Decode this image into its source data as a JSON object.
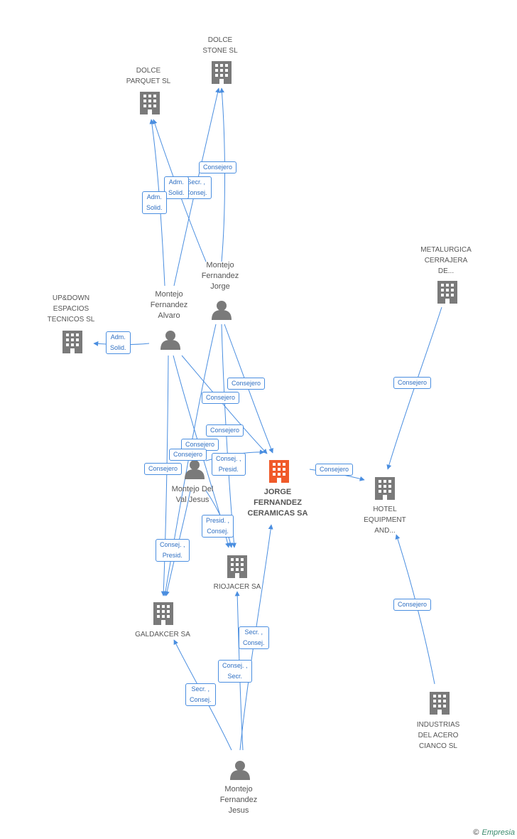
{
  "colors": {
    "edge": "#4a8ee0",
    "icon": "#7a7a7a",
    "focus": "#f05a2a",
    "label_border": "#4a8ee0"
  },
  "nodes": [
    {
      "id": "dolce_stone",
      "kind": "company",
      "label": "DOLCE\nSTONE SL"
    },
    {
      "id": "dolce_parquet",
      "kind": "company",
      "label": "DOLCE\nPARQUET SL"
    },
    {
      "id": "metalurgica",
      "kind": "company",
      "label": "METALURGICA\nCERRAJERA\nDE..."
    },
    {
      "id": "updown",
      "kind": "company",
      "label": "UP&DOWN\nESPACIOS\nTECNICOS SL"
    },
    {
      "id": "jorge_p",
      "kind": "person",
      "label": "Montejo\nFernandez\nJorge"
    },
    {
      "id": "alvaro",
      "kind": "person",
      "label": "Montejo\nFernandez\nAlvaro"
    },
    {
      "id": "jorge_fc",
      "kind": "focus",
      "label": "JORGE\nFERNANDEZ\nCERAMICAS SA"
    },
    {
      "id": "hotel",
      "kind": "company",
      "label": "HOTEL\nEQUIPMENT\nAND..."
    },
    {
      "id": "del_val",
      "kind": "person",
      "label": "Montejo Del\nVal Jesus"
    },
    {
      "id": "riojacer",
      "kind": "company",
      "label": "RIOJACER SA"
    },
    {
      "id": "galdakcer",
      "kind": "company",
      "label": "GALDAKCER SA"
    },
    {
      "id": "industrias",
      "kind": "company",
      "label": "INDUSTRIAS\nDEL ACERO\nCIANCO SL"
    },
    {
      "id": "jesus",
      "kind": "person",
      "label": "Montejo\nFernandez\nJesus"
    }
  ],
  "edge_labels": [
    "Consejero",
    "Secr. ,\nConsej.",
    "Adm.\nSolid.",
    "Adm.\nSolid.",
    "Adm.\nSolid.",
    "Consejero",
    "Consejero",
    "Consejero",
    "Consejero",
    "Consejero",
    "Consejero",
    "Consejero",
    "Consej. ,\nPresid.",
    "Consejero",
    "Presid. ,\nConsej.",
    "Consej. ,\nPresid.",
    "Consejero",
    "Secr. ,\nConsej.",
    "Consej. ,\nSecr.",
    "Secr. ,\nConsej."
  ],
  "footer": {
    "copyright": "©",
    "brand": "Empresia"
  }
}
